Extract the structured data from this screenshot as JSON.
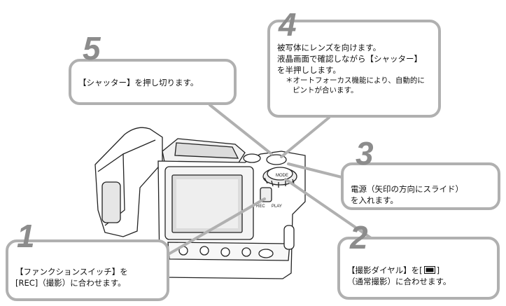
{
  "callouts": {
    "step5": {
      "number": "5",
      "lines": [
        "【シャッター】を押し切ります。"
      ]
    },
    "step4": {
      "number": "4",
      "lines": [
        "被写体にレンズを向けます。",
        "液晶画面で確認しながら【シャッター】",
        "を半押しします。"
      ],
      "notes": [
        "＊オートフォーカス機能により、自動的に",
        "ピントが合います。"
      ]
    },
    "step3": {
      "number": "3",
      "lines": [
        "電源（矢印の方向にスライド）",
        "を入れます。"
      ]
    },
    "step1": {
      "number": "1",
      "lines": [
        "【ファンクションスイッチ】を",
        "[REC]（撮影）に合わせます。"
      ]
    },
    "step2": {
      "number": "2",
      "line1_before": "【撮影ダイヤル】を[",
      "line1_after": "]",
      "line2": "（通常撮影）に合わせます。",
      "mode_icon": "normal-record-icon"
    }
  },
  "camera": {
    "dial_label": "MODE",
    "switch_labels": [
      "REC",
      "PLAY"
    ]
  }
}
